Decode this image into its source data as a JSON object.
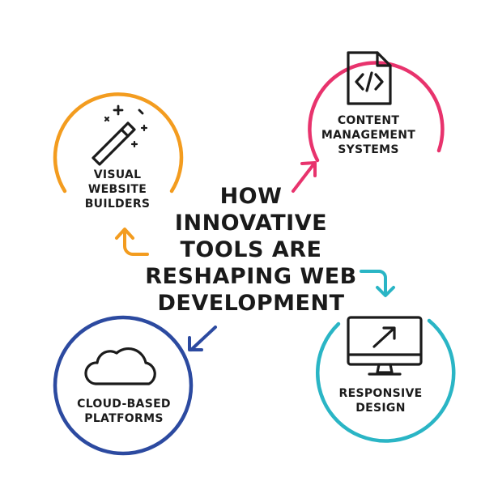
{
  "title": "HOW\nINNOVATIVE\nTOOLS ARE\nRESHAPING WEB\nDEVELOPMENT",
  "nodes": {
    "visual_builders": {
      "label": "VISUAL\nWEBSITE\nBUILDERS",
      "icon": "magic-wand-icon",
      "color": "#f39c1f"
    },
    "cms": {
      "label": "CONTENT\nMANAGEMENT\nSYSTEMS",
      "icon": "code-file-icon",
      "color": "#e8336d"
    },
    "responsive": {
      "label": "RESPONSIVE\nDESIGN",
      "icon": "monitor-icon",
      "color": "#2ab5c5"
    },
    "cloud": {
      "label": "CLOUD-BASED\nPLATFORMS",
      "icon": "cloud-icon",
      "color": "#2c4aa0"
    }
  },
  "colors": {
    "text": "#1b1b1b",
    "icon_stroke": "#1b1b1b"
  }
}
